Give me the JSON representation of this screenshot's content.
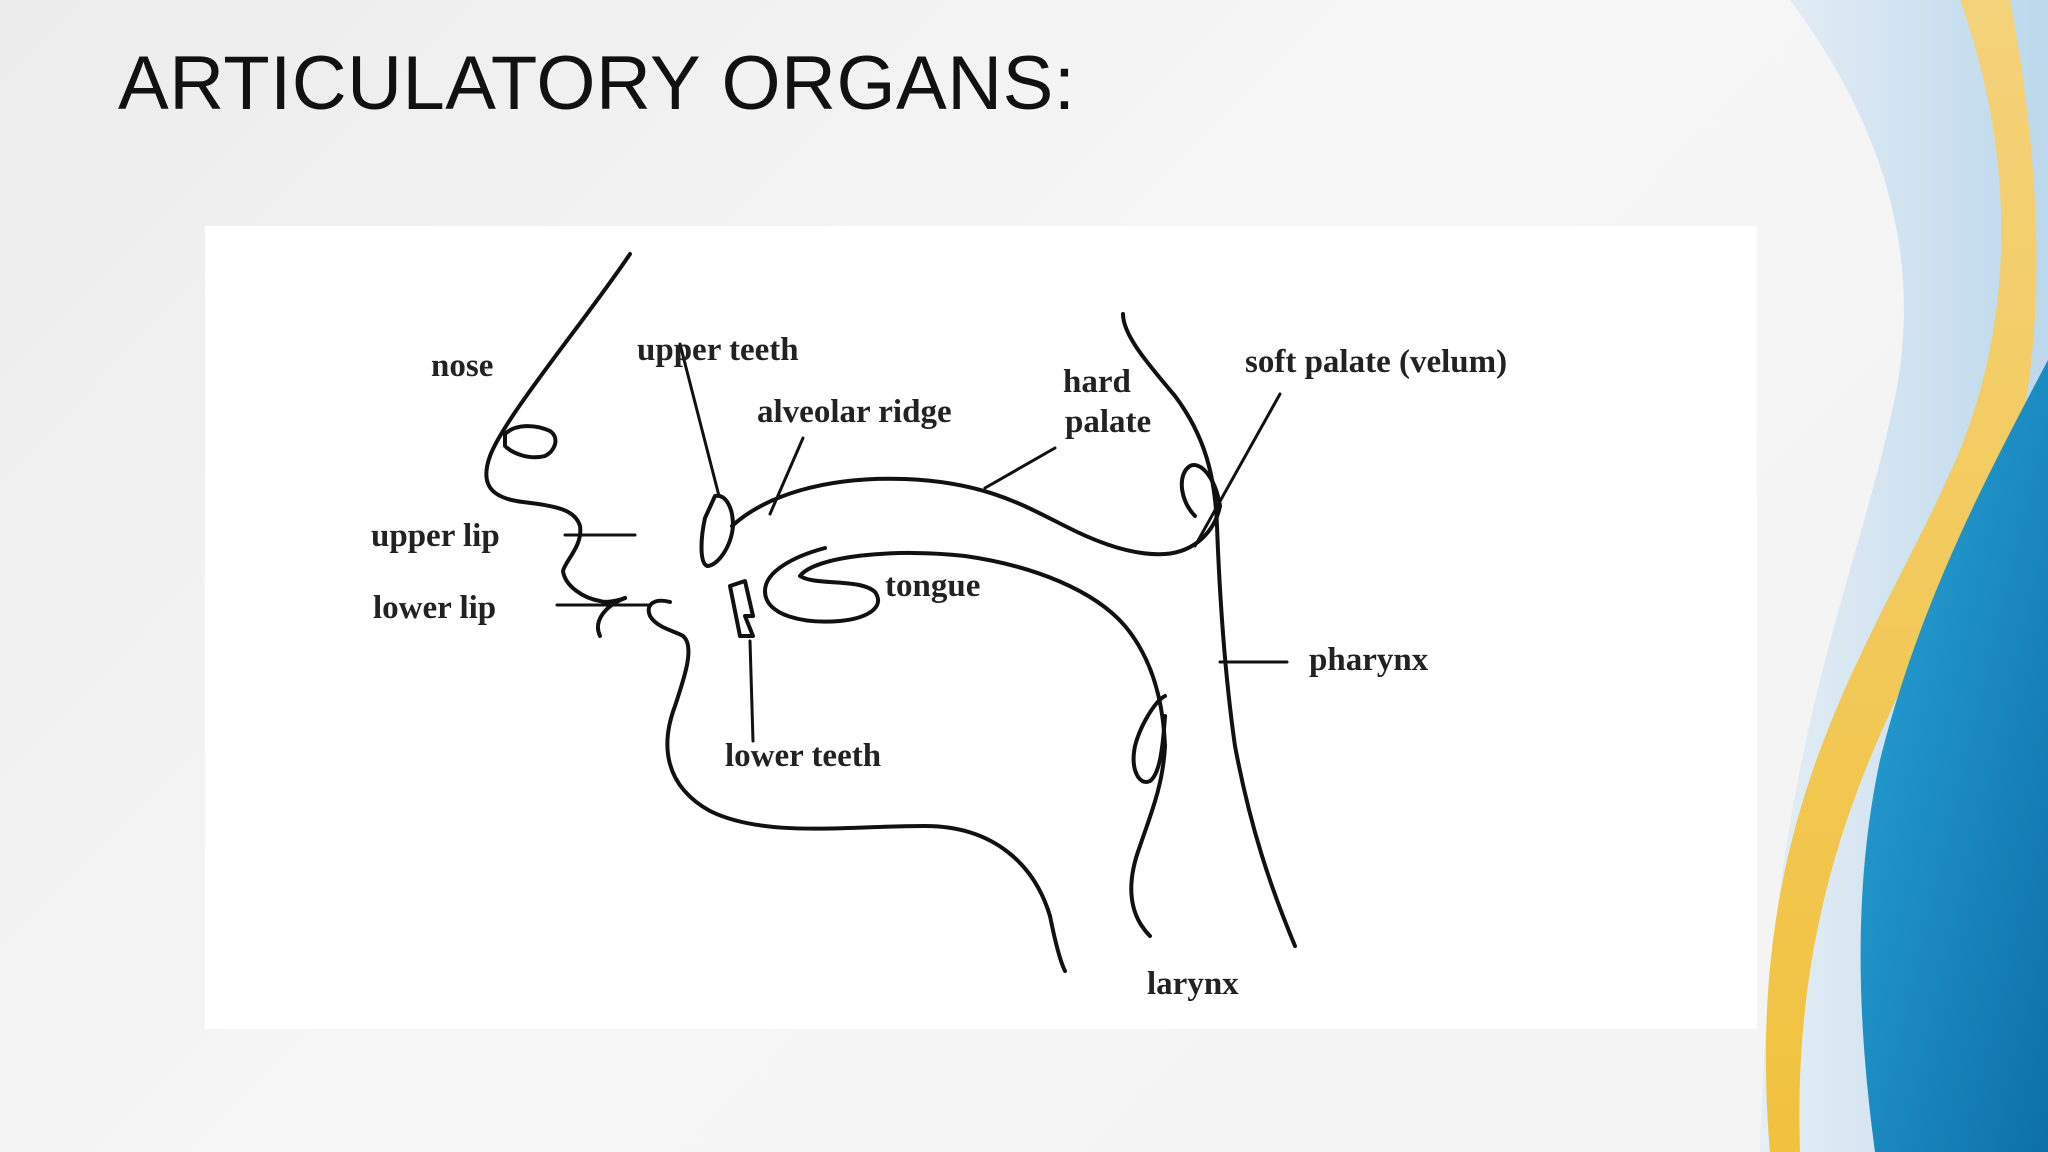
{
  "slide": {
    "title": "ARTICULATORY ORGANS:"
  },
  "theme": {
    "accent_gold": "#f2c94c",
    "accent_blue": "#1e8ec8",
    "accent_light_blue": "#cfe3f1"
  },
  "diagram": {
    "labels": {
      "nose": "nose",
      "upper_teeth": "upper teeth",
      "alveolar_ridge": "alveolar ridge",
      "hard_palate_line1": "hard",
      "hard_palate_line2": "palate",
      "soft_palate": "soft palate (velum)",
      "upper_lip": "upper lip",
      "lower_lip": "lower lip",
      "tongue": "tongue",
      "pharynx": "pharynx",
      "lower_teeth": "lower teeth",
      "larynx": "larynx"
    }
  }
}
